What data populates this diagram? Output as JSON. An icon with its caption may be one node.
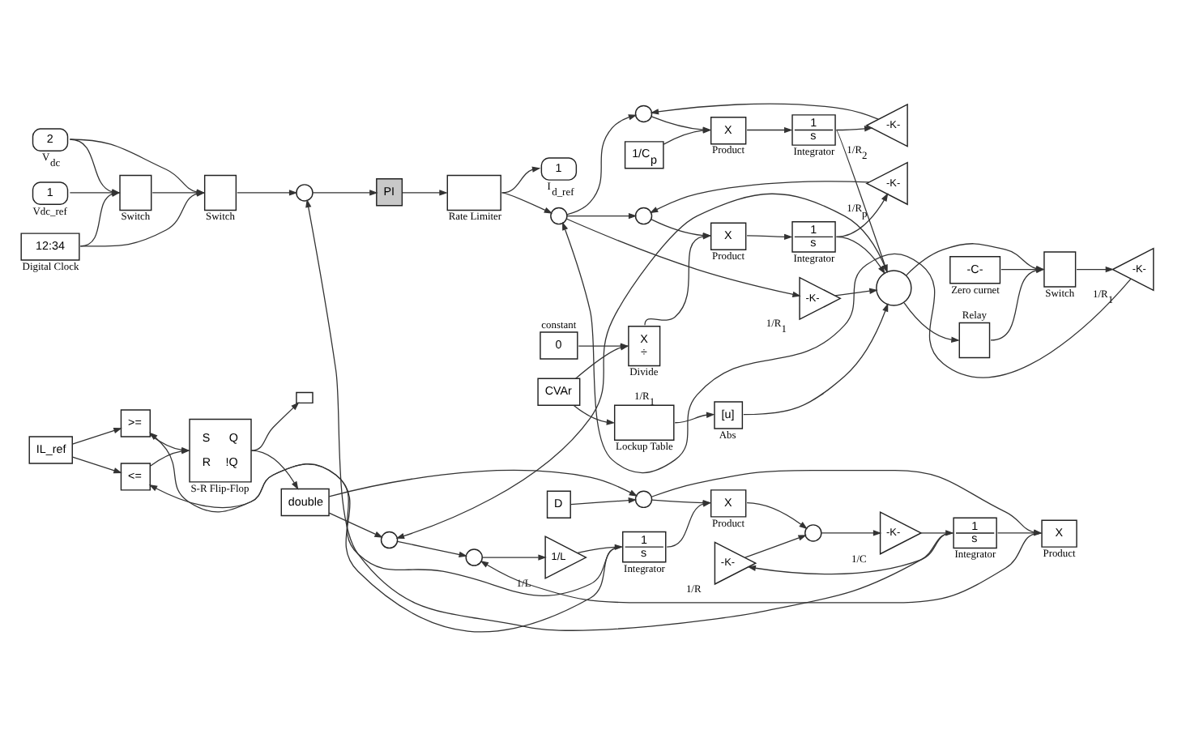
{
  "diagram": {
    "nodes": [
      {
        "text": [
          "2"
        ],
        "beside": [
          "V$_{dc}$"
        ]
      },
      {
        "text": [
          "12:34"
        ],
        "beside": [
          "Digital Clock"
        ]
      },
      {
        "text": [],
        "shape": "box",
        "beside": [
          "Switch"
        ]
      },
      {
        "text": [
          "1"
        ],
        "beside": [
          "Vdc_ref"
        ]
      },
      {
        "text": [],
        "shape": "box",
        "beside": [
          "Switch"
        ]
      },
      {
        "text": [],
        "shape": "circle"
      },
      {
        "text": [
          "PI"
        ]
      },
      {
        "text": [],
        "shape": "box",
        "beside": [
          "Rate Limiter"
        ]
      },
      {
        "text": [
          "1"
        ],
        "beside": [
          "I$_{d_ref}$"
        ]
      },
      {
        "text": [
          "1/C$_{p}$"
        ]
      },
      {
        "text": [],
        "shape": "circle"
      },
      {
        "text": [
          "X"
        ],
        "beside": [
          "Product"
        ]
      },
      {
        "text": [
          "1",
          "s"
        ],
        "beside": [
          "Integrator"
        ]
      },
      {
        "text": [
          "-K-"
        ],
        "beside": [
          "1/R$_{2}$"
        ]
      },
      {
        "text": [
          "-K-"
        ],
        "beside": [
          "1/R$_{p}$"
        ]
      },
      {
        "text": [],
        "shape": "circle"
      },
      {
        "text": [
          "X"
        ],
        "beside": [
          "Product"
        ]
      },
      {
        "text": [
          "1",
          "s"
        ],
        "beside": [
          "Integrator"
        ]
      },
      {
        "text": [],
        "shape": "circle"
      },
      {
        "text": [
          "0"
        ],
        "beside": [
          "constant"
        ]
      },
      {
        "text": [
          "X",
          "÷"
        ],
        "beside": [
          "Divide"
        ]
      },
      {
        "text": [],
        "shape": "circle"
      },
      {
        "text": [
          "-K-"
        ],
        "beside": [
          "1/R$_{1}$"
        ]
      },
      {
        "text": [
          "CVAr"
        ]
      },
      {
        "text": [],
        "shape": "box",
        "beside": [
          "1/R$_{1}$",
          "Lockup Table"
        ]
      },
      {
        "text": [
          "[u]"
        ],
        "beside": [
          "Abs"
        ]
      },
      {
        "text": [],
        "shape": "box",
        "beside": [
          "Relay"
        ]
      },
      {
        "text": [],
        "shape": "box",
        "beside": [
          "Switch"
        ]
      },
      {
        "text": [
          "-K-"
        ],
        "beside": [
          "1/R$_{1}$"
        ]
      },
      {
        "text": [
          "IL_ref"
        ]
      },
      {
        "text": [
          "<="
        ]
      },
      {
        "text": [
          ">="
        ]
      },
      {
        "text": [
          "S",
          "Q",
          "R",
          "!Q"
        ],
        "beside": [
          "S-R Flip-Flop"
        ]
      },
      {
        "text": [],
        "shape": "box"
      },
      {
        "text": [
          "double"
        ]
      },
      {
        "text": [],
        "shape": "circle"
      },
      {
        "text": [],
        "shape": "circle"
      },
      {
        "text": [
          "1/L"
        ],
        "beside": [
          "1/L"
        ]
      },
      {
        "text": [
          "1",
          "s"
        ],
        "beside": [
          "Integrator"
        ]
      },
      {
        "text": [
          "X"
        ],
        "beside": [
          "Product"
        ]
      },
      {
        "text": [
          "X"
        ],
        "beside": [
          "Product"
        ]
      },
      {
        "text": [],
        "shape": "circle"
      },
      {
        "text": [
          "-C-"
        ],
        "beside": [
          "Zero curnet"
        ]
      },
      {
        "text": [
          "D"
        ]
      },
      {
        "text": [
          "-K-"
        ],
        "beside": [
          "1/R"
        ]
      },
      {
        "text": [],
        "shape": "circle"
      },
      {
        "text": [
          "-K-"
        ],
        "beside": [
          "1/C"
        ]
      },
      {
        "text": [
          "1",
          "s"
        ],
        "beside": [
          "Integrator"
        ]
      }
    ],
    "edges": [
      {
        "from": 0,
        "to": 2,
        "arrow": "to"
      },
      {
        "from": 0,
        "to": 4,
        "arrow": "to"
      },
      {
        "from": 1,
        "to": 2,
        "arrow": "to"
      },
      {
        "from": 1,
        "to": 4,
        "arrow": "to"
      },
      {
        "from": 3,
        "to": 2,
        "arrow": "to"
      },
      {
        "from": 2,
        "to": 4,
        "arrow": "to"
      },
      {
        "from": 4,
        "to": 5,
        "arrow": "to"
      },
      {
        "from": 5,
        "to": 6,
        "arrow": "to"
      },
      {
        "from": 6,
        "to": 7,
        "arrow": "to"
      },
      {
        "from": 7,
        "to": 8,
        "arrow": "to"
      },
      {
        "from": 7,
        "to": 21,
        "arrow": "to"
      },
      {
        "from": 9,
        "to": 11,
        "arrow": "to"
      },
      {
        "from": 10,
        "to": 11,
        "arrow": "to"
      },
      {
        "from": 11,
        "to": 12,
        "arrow": "to"
      },
      {
        "from": 12,
        "to": 13,
        "arrow": "to"
      },
      {
        "from": 12,
        "to": 18,
        "arrow": "to"
      },
      {
        "from": 13,
        "to": 10,
        "arrow": "to"
      },
      {
        "from": 21,
        "to": 10,
        "arrow": "to"
      },
      {
        "from": 21,
        "to": 15,
        "arrow": "to"
      },
      {
        "from": 21,
        "to": 22,
        "arrow": "to"
      },
      {
        "from": 14,
        "to": 15,
        "arrow": "to"
      },
      {
        "from": 15,
        "to": 16,
        "arrow": "to"
      },
      {
        "from": 20,
        "to": 16,
        "arrow": "to"
      },
      {
        "from": 16,
        "to": 17,
        "arrow": "to"
      },
      {
        "from": 17,
        "to": 14,
        "arrow": "to"
      },
      {
        "from": 17,
        "to": 18,
        "arrow": "to"
      },
      {
        "from": 22,
        "to": 18,
        "arrow": "to"
      },
      {
        "from": 25,
        "to": 18,
        "arrow": "to"
      },
      {
        "from": 19,
        "to": 20,
        "arrow": "to"
      },
      {
        "from": 23,
        "to": 20,
        "arrow": "to"
      },
      {
        "from": 23,
        "to": 24,
        "arrow": "to"
      },
      {
        "from": 24,
        "to": 25,
        "arrow": "to"
      },
      {
        "from": 18,
        "to": 27,
        "arrow": "to"
      },
      {
        "from": 18,
        "to": 26,
        "arrow": "to"
      },
      {
        "from": 26,
        "to": 27,
        "arrow": "to"
      },
      {
        "from": 42,
        "to": 27,
        "arrow": "to"
      },
      {
        "from": 27,
        "to": 28,
        "arrow": "to"
      },
      {
        "from": 28,
        "to": 21,
        "arrow": "to"
      },
      {
        "from": 18,
        "to": 35,
        "arrow": "to"
      },
      {
        "from": 47,
        "to": 5,
        "arrow": "to"
      },
      {
        "from": 29,
        "to": 30,
        "arrow": "to"
      },
      {
        "from": 29,
        "to": 31,
        "arrow": "to"
      },
      {
        "from": 38,
        "to": 30,
        "arrow": "to"
      },
      {
        "from": 38,
        "to": 31,
        "arrow": "to"
      },
      {
        "from": 30,
        "to": 32,
        "arrow": "to"
      },
      {
        "from": 31,
        "to": 32,
        "arrow": "to"
      },
      {
        "from": 32,
        "to": 33,
        "arrow": "to"
      },
      {
        "from": 32,
        "to": 34,
        "arrow": "to"
      },
      {
        "from": 34,
        "to": 35,
        "arrow": "to"
      },
      {
        "from": 34,
        "to": 41,
        "arrow": "to"
      },
      {
        "from": 35,
        "to": 36,
        "arrow": "to"
      },
      {
        "from": 40,
        "to": 36,
        "arrow": "to"
      },
      {
        "from": 36,
        "to": 37,
        "arrow": "to"
      },
      {
        "from": 37,
        "to": 38,
        "arrow": "to"
      },
      {
        "from": 38,
        "to": 39,
        "arrow": "to"
      },
      {
        "from": 41,
        "to": 40,
        "arrow": "to"
      },
      {
        "from": 41,
        "to": 39,
        "arrow": "to"
      },
      {
        "from": 47,
        "to": 40,
        "arrow": "to"
      },
      {
        "from": 47,
        "to": 44,
        "arrow": "to"
      },
      {
        "from": 43,
        "to": 41,
        "arrow": "to"
      },
      {
        "from": 39,
        "to": 45,
        "arrow": "to"
      },
      {
        "from": 44,
        "to": 45,
        "arrow": "to"
      },
      {
        "from": 45,
        "to": 46,
        "arrow": "to"
      },
      {
        "from": 46,
        "to": 47,
        "arrow": "to"
      }
    ]
  }
}
